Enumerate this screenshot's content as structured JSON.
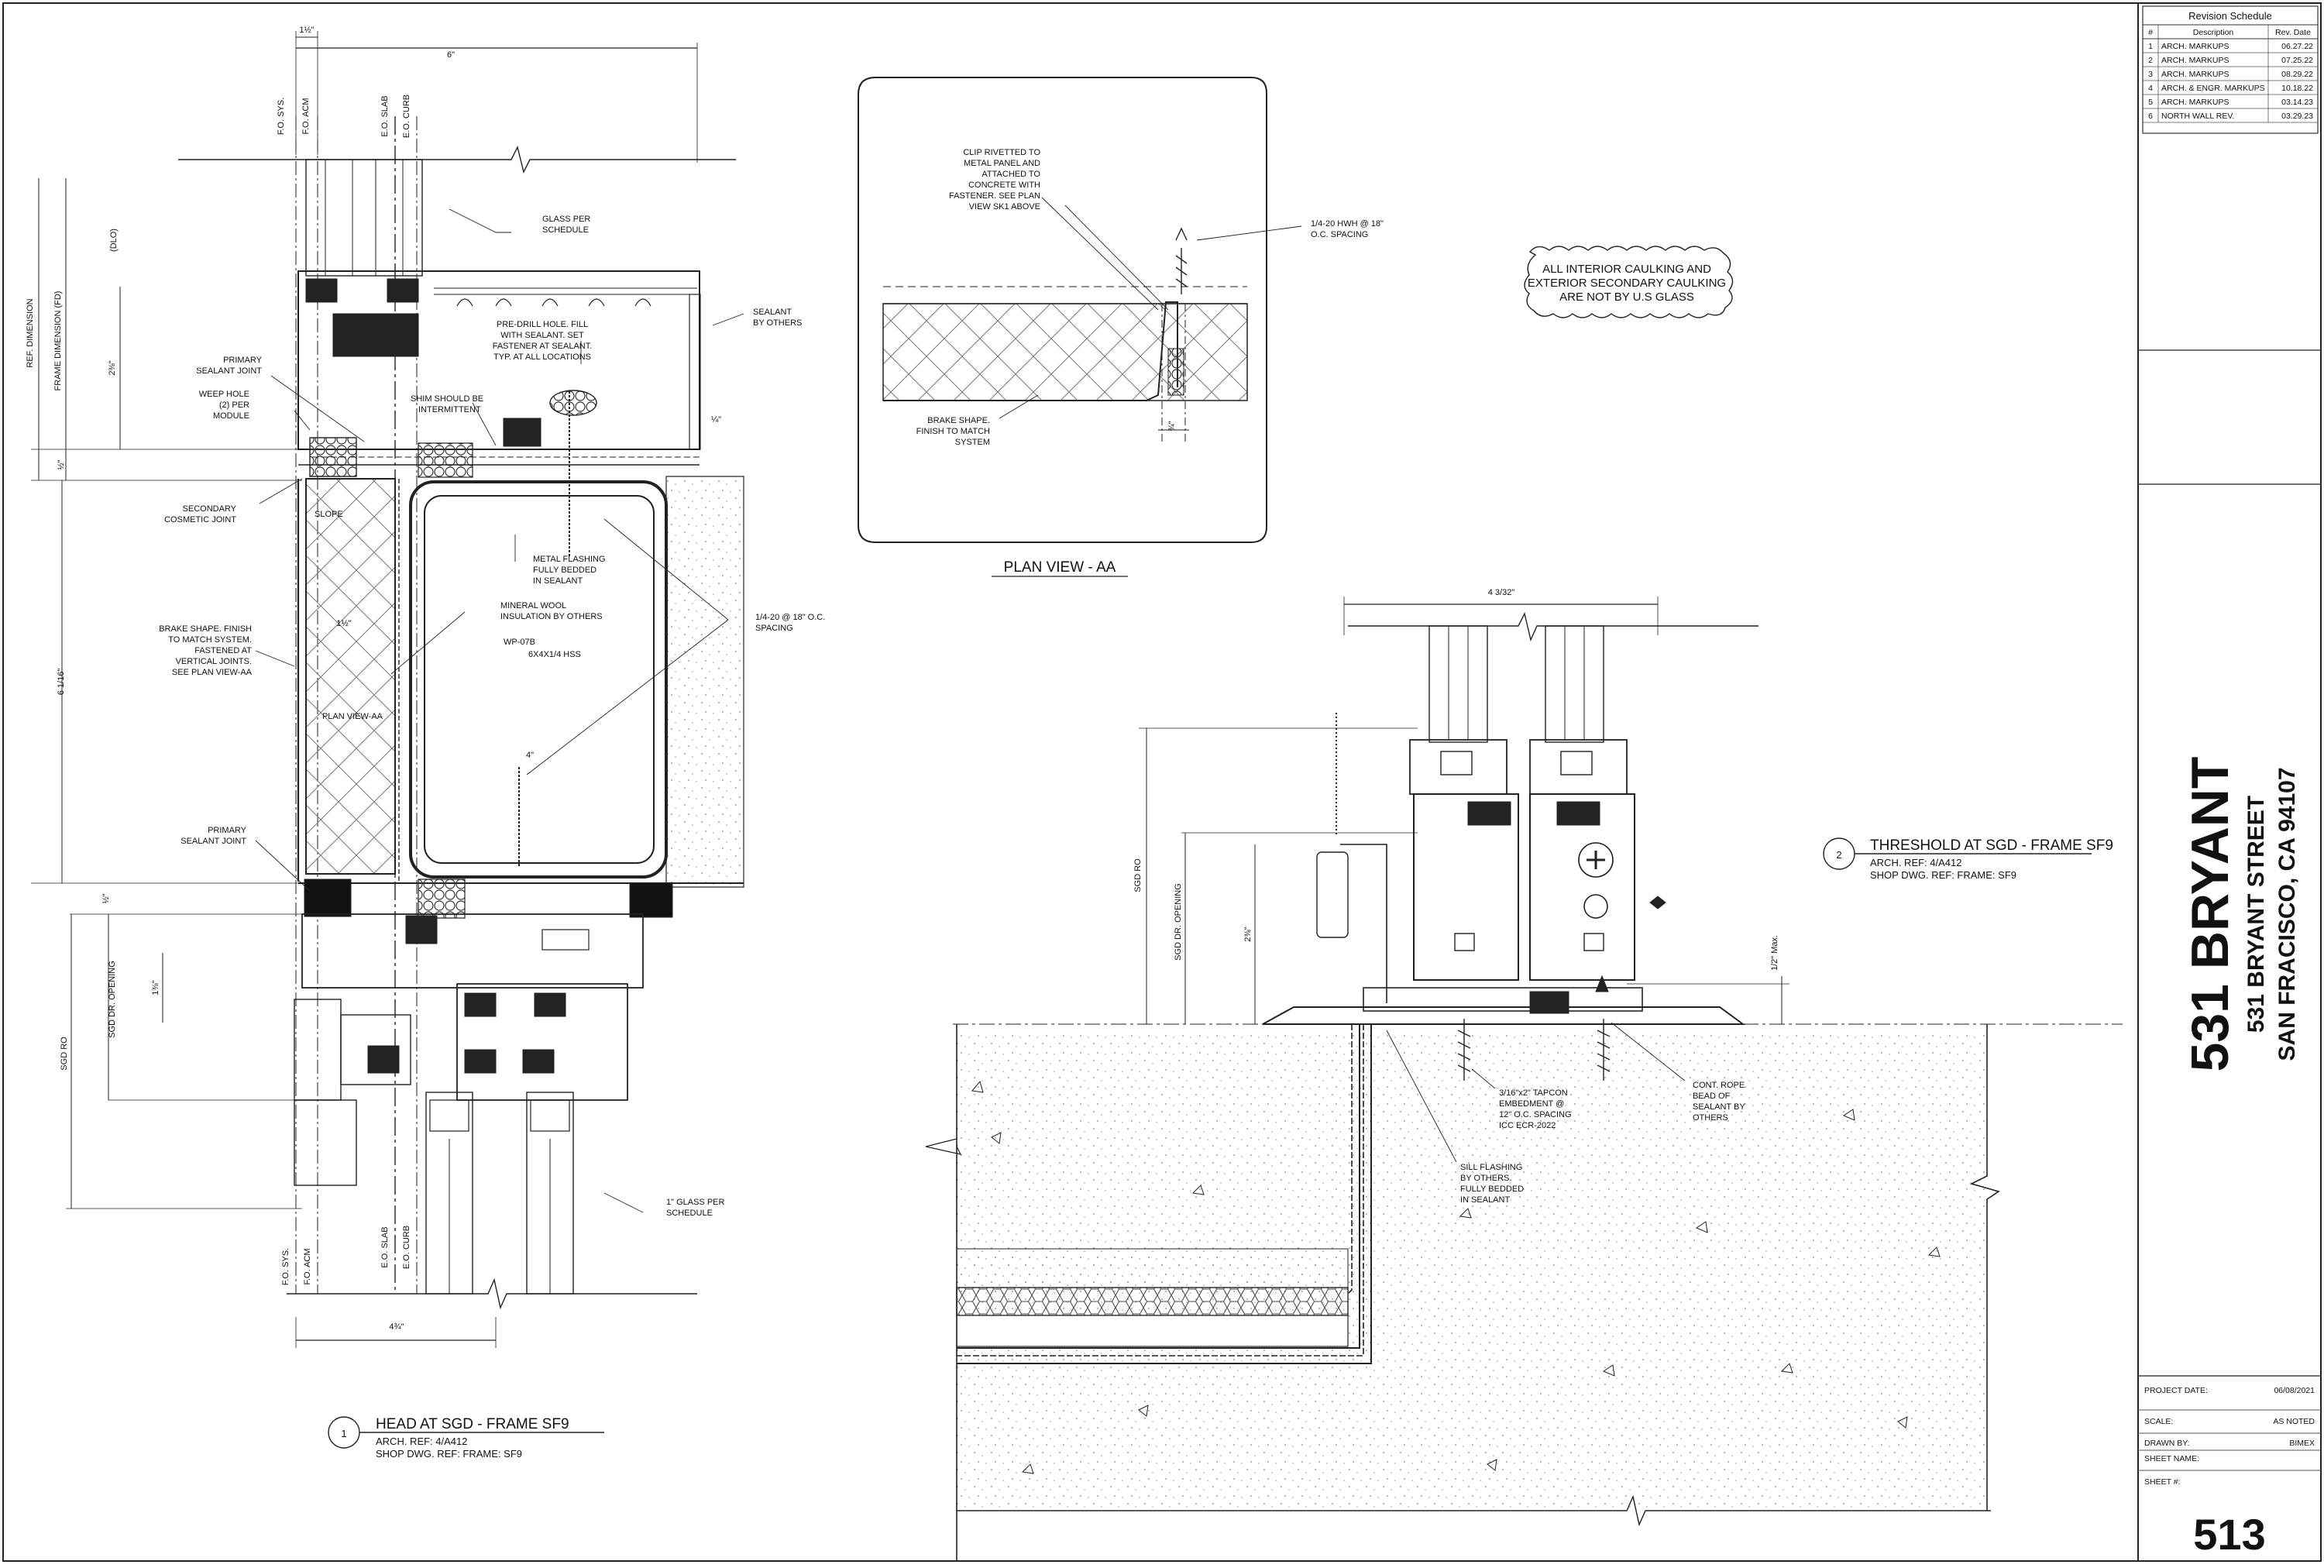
{
  "revision_schedule": {
    "title": "Revision Schedule",
    "headers": [
      "#",
      "Description",
      "Rev. Date"
    ],
    "rows": [
      [
        "1",
        "ARCH. MARKUPS",
        "06.27.22"
      ],
      [
        "2",
        "ARCH. MARKUPS",
        "07.25.22"
      ],
      [
        "3",
        "ARCH. MARKUPS",
        "08.29.22"
      ],
      [
        "4",
        "ARCH. & ENGR. MARKUPS",
        "10.18.22"
      ],
      [
        "5",
        "ARCH. MARKUPS",
        "03.14.23"
      ],
      [
        "6",
        "NORTH WALL REV.",
        "03.29.23"
      ]
    ]
  },
  "project": {
    "name": "531 BRYANT",
    "street": "531 BRYANT STREET",
    "city": "SAN FRACISCO, CA 94107"
  },
  "title_block": {
    "project_date_label": "PROJECT DATE:",
    "project_date": "06/08/2021",
    "scale_label": "SCALE:",
    "scale": "AS NOTED",
    "drawn_by_label": "DRAWN BY:",
    "drawn_by": "BIMEX",
    "sheet_name_label": "SHEET NAME:",
    "sheet_no_label": "SHEET #:",
    "sheet_no": "513"
  },
  "detail_1": {
    "number": "1",
    "title": "HEAD AT SGD - FRAME SF9",
    "arch_ref": "ARCH. REF:  4/A412",
    "shop_ref": "SHOP DWG.  REF:  FRAME: SF9"
  },
  "detail_2": {
    "number": "2",
    "title": "THRESHOLD AT SGD - FRAME SF9",
    "arch_ref": "ARCH. REF:  4/A412",
    "shop_ref": "SHOP DWG.  REF:  FRAME: SF9"
  },
  "plan_view": {
    "title": "PLAN VIEW - AA"
  },
  "general_note": [
    "ALL INTERIOR CAULKING AND",
    "EXTERIOR SECONDARY CAULKING",
    "ARE NOT BY U.S GLASS"
  ],
  "detail1_labels": {
    "dim_top_small": "1½\"",
    "dim_top_6": "6\"",
    "fo_sys_top": "F.O. SYS.",
    "fo_acm_top": "F.O. ACM",
    "eo_slab_top": "E.O. SLAB",
    "eo_curb_top": "E.O. CURB",
    "glass_per_schedule": [
      "GLASS PER",
      "SCHEDULE"
    ],
    "pre_drill": [
      "PRE-DRILL HOLE. FILL",
      "WITH SEALANT. SET",
      "FASTENER AT SEALANT.",
      "TYP. AT ALL LOCATIONS"
    ],
    "sealant_by_others": [
      "SEALANT",
      "BY OTHERS"
    ],
    "dlo": "(DLO)",
    "ref_dimension": "REF. DIMENSION",
    "frame_dimension": "FRAME DIMENSION (FD)",
    "dim_2_3_8": "2⅜\"",
    "primary_sealant_joint_1": [
      "PRIMARY",
      "SEALANT JOINT"
    ],
    "weep_hole": [
      "WEEP HOLE",
      "(2) PER",
      "MODULE"
    ],
    "shim": [
      "SHIM SHOULD BE",
      "INTERMITTENT"
    ],
    "dim_quarter": "¼\"",
    "dim_half_1": "½\"",
    "secondary_cosmetic": [
      "SECONDARY",
      "COSMETIC JOINT"
    ],
    "slope": "SLOPE",
    "metal_flashing": [
      "METAL FLASHING",
      "FULLY BEDDED",
      "IN SEALANT"
    ],
    "mineral_wool": [
      "MINERAL WOOL",
      "INSULATION BY OTHERS"
    ],
    "fastener_spacing": [
      "1/4-20 @ 18\" O.C.",
      "SPACING"
    ],
    "dim_1_half": "1½\"",
    "brake_shape": [
      "BRAKE SHAPE. FINISH",
      "TO MATCH  SYSTEM.",
      "FASTENED AT",
      "VERTICAL JOINTS.",
      "SEE PLAN VIEW-AA"
    ],
    "wp07b": "WP-07B",
    "hss": "6X4X1/4 HSS",
    "dim_6_1_16": "6 1/16\"",
    "plan_view_aa": "PLAN VIEW-AA",
    "dim_4": "4\"",
    "primary_sealant_joint_2": [
      "PRIMARY",
      "SEALANT JOINT"
    ],
    "dim_half_2": "½\"",
    "dim_1_3_8": "1⅜\"",
    "sgd_dr_opening": "SGD  DR.  OPENING",
    "sgd_ro": "SGD  RO",
    "glass_1in": [
      "1\" GLASS PER",
      "SCHEDULE"
    ],
    "fo_sys_bot": "F.O. SYS.",
    "fo_acm_bot": "F.O. ACM",
    "eo_slab_bot": "E.O. SLAB",
    "eo_curb_bot": "E.O. CURB",
    "dim_4_3_4": "4¾\""
  },
  "plan_labels": {
    "clip": [
      "CLIP RIVETTED TO",
      "METAL PANEL AND",
      "ATTACHED TO",
      "CONCRETE WITH",
      "FASTENER. SEE PLAN",
      "VIEW SK1 ABOVE"
    ],
    "hwh": [
      "1/4-20 HWH @ 18\"",
      "O.C. SPACING"
    ],
    "brake": [
      "BRAKE SHAPE.",
      "FINISH TO MATCH",
      "SYSTEM"
    ],
    "dim_3_4": "¾\""
  },
  "detail2_labels": {
    "dim_top": "4 3/32\"",
    "sgd_ro": "SGD  RO",
    "sgd_dr_opening": "SGD  DR.  OPENING",
    "dim_2_3_8": "2⅜\"",
    "half_max": "1/2\" Max.",
    "tapcon": [
      "3/16\"x2\" TAPCON",
      "EMBEDMENT @",
      "12\" O.C. SPACING",
      "ICC ECR-2022"
    ],
    "rope": [
      "CONT. ROPE",
      "BEAD OF",
      "SEALANT BY",
      "OTHERS"
    ],
    "sill_flashing": [
      "SILL FLASHING",
      "BY OTHERS.",
      "FULLY BEDDED",
      "IN SEALANT"
    ]
  }
}
